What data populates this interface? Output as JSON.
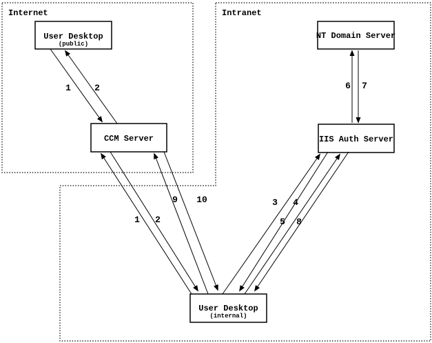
{
  "diagram": {
    "zones": [
      {
        "id": "internet",
        "label": "Internet"
      },
      {
        "id": "intranet",
        "label": "Intranet"
      }
    ],
    "nodes": [
      {
        "id": "user-desktop-public",
        "label": "User Desktop",
        "sublabel": "(public)",
        "zone": "Internet"
      },
      {
        "id": "nt-domain-server",
        "label": "NT Domain Server",
        "sublabel": "",
        "zone": "Intranet"
      },
      {
        "id": "ccm-server",
        "label": "CCM Server",
        "sublabel": "",
        "zone": "Internet"
      },
      {
        "id": "iis-auth-server",
        "label": "IIS Auth Server",
        "sublabel": "",
        "zone": "Intranet"
      },
      {
        "id": "user-desktop-internal",
        "label": "User Desktop",
        "sublabel": "(internal)",
        "zone": "Intranet"
      }
    ],
    "edges": [
      {
        "label": "1",
        "from": "user-desktop-public",
        "to": "ccm-server"
      },
      {
        "label": "2",
        "from": "ccm-server",
        "to": "user-desktop-public"
      },
      {
        "label": "1",
        "from": "user-desktop-internal",
        "to": "ccm-server"
      },
      {
        "label": "2",
        "from": "ccm-server",
        "to": "user-desktop-internal"
      },
      {
        "label": "9",
        "from": "user-desktop-internal",
        "to": "ccm-server"
      },
      {
        "label": "10",
        "from": "ccm-server",
        "to": "user-desktop-internal"
      },
      {
        "label": "3",
        "from": "user-desktop-internal",
        "to": "iis-auth-server"
      },
      {
        "label": "4",
        "from": "iis-auth-server",
        "to": "user-desktop-internal"
      },
      {
        "label": "5",
        "from": "user-desktop-internal",
        "to": "iis-auth-server"
      },
      {
        "label": "8",
        "from": "iis-auth-server",
        "to": "user-desktop-internal"
      },
      {
        "label": "6",
        "from": "iis-auth-server",
        "to": "nt-domain-server"
      },
      {
        "label": "7",
        "from": "nt-domain-server",
        "to": "iis-auth-server"
      }
    ],
    "colors": {
      "ink": "#000000",
      "background": "#ffffff"
    }
  }
}
